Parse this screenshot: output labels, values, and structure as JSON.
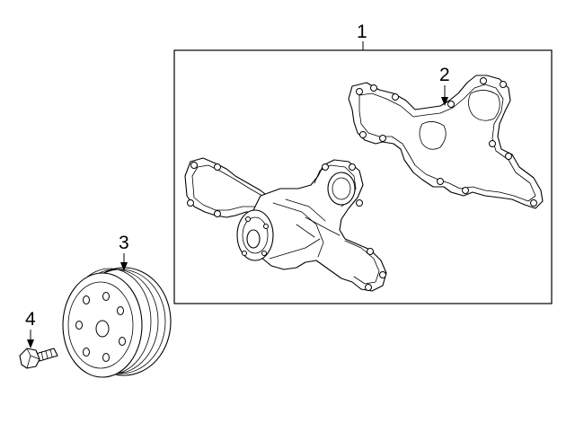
{
  "callouts": {
    "water_pump_assembly": "1",
    "gasket": "2",
    "pulley": "3",
    "bolt": "4"
  },
  "colors": {
    "line": "#000000",
    "background": "#ffffff"
  }
}
